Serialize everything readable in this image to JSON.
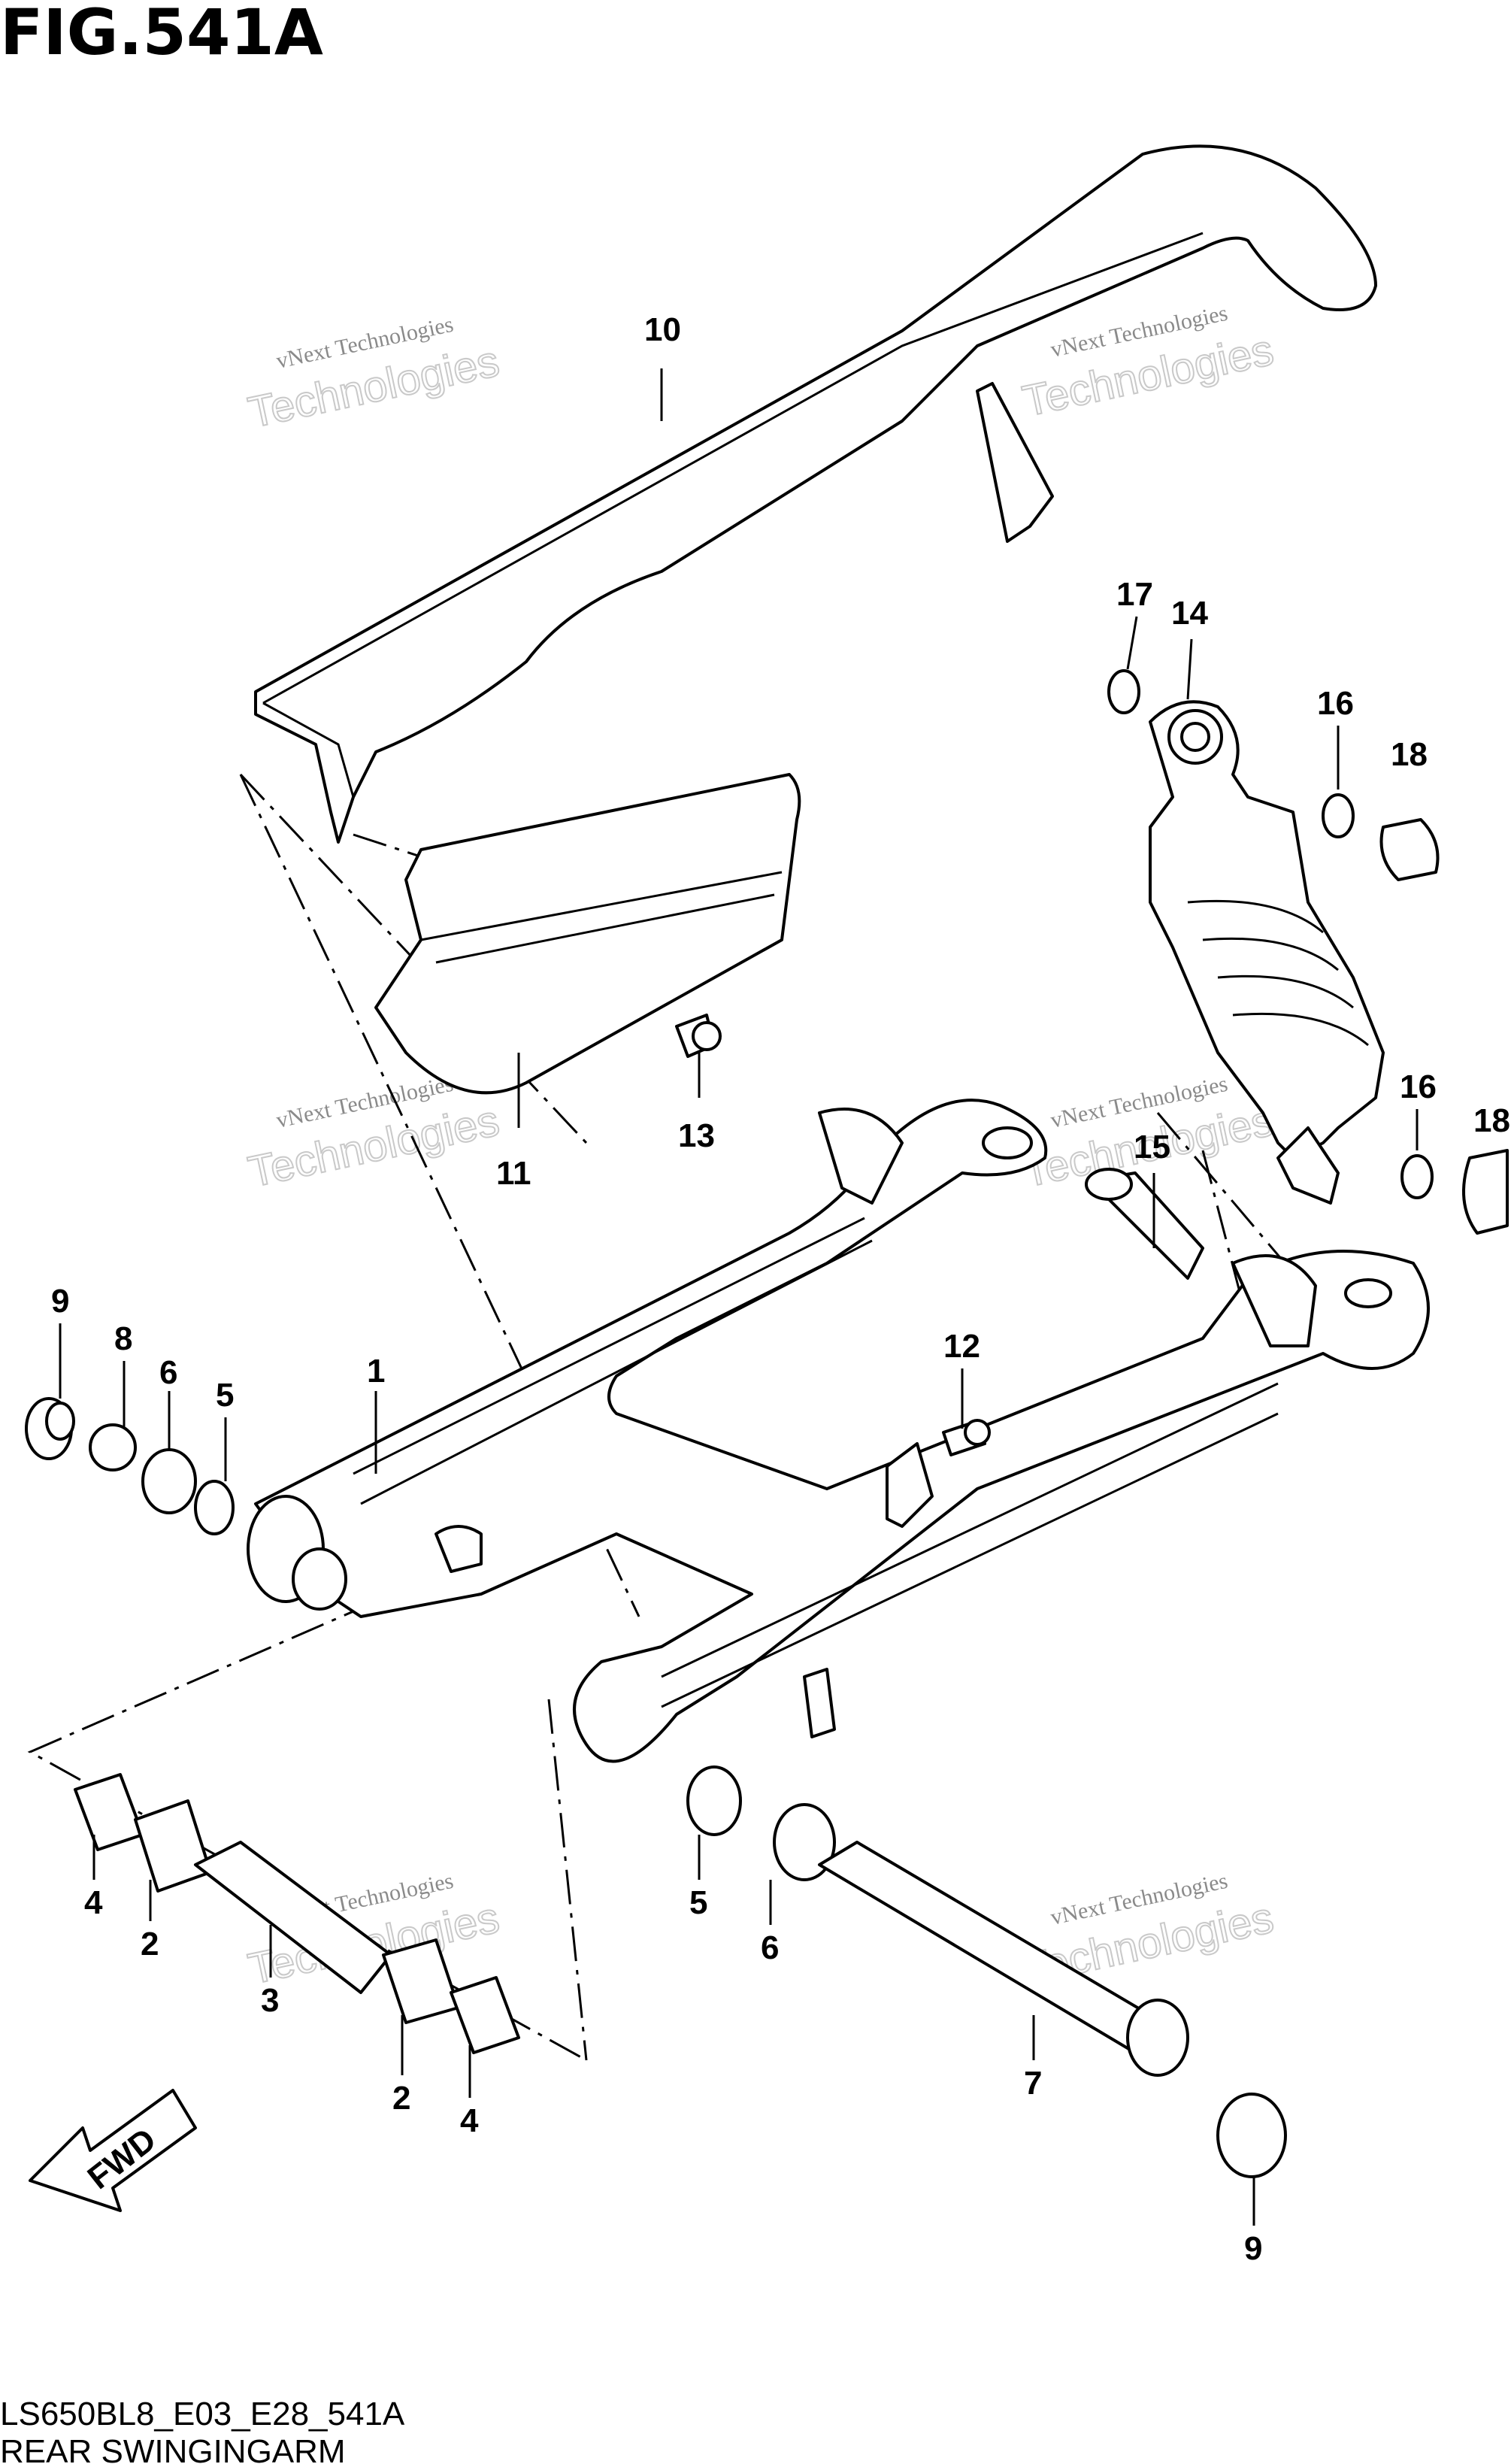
{
  "figure": {
    "title": "FIG.541A",
    "code": "LS650BL8_E03_E28_541A",
    "name": "REAR SWINGINGARM"
  },
  "direction_label": "FWD",
  "watermark": {
    "line1": "vNext Technologies",
    "line2": "Technologies"
  },
  "callouts": [
    {
      "id": "c1",
      "label": "1"
    },
    {
      "id": "c2a",
      "label": "2"
    },
    {
      "id": "c2b",
      "label": "2"
    },
    {
      "id": "c3",
      "label": "3"
    },
    {
      "id": "c4a",
      "label": "4"
    },
    {
      "id": "c4b",
      "label": "4"
    },
    {
      "id": "c5a",
      "label": "5"
    },
    {
      "id": "c5b",
      "label": "5"
    },
    {
      "id": "c6a",
      "label": "6"
    },
    {
      "id": "c6b",
      "label": "6"
    },
    {
      "id": "c7",
      "label": "7"
    },
    {
      "id": "c8",
      "label": "8"
    },
    {
      "id": "c9a",
      "label": "9"
    },
    {
      "id": "c9b",
      "label": "9"
    },
    {
      "id": "c10",
      "label": "10"
    },
    {
      "id": "c11",
      "label": "11"
    },
    {
      "id": "c12",
      "label": "12"
    },
    {
      "id": "c13",
      "label": "13"
    },
    {
      "id": "c14",
      "label": "14"
    },
    {
      "id": "c15",
      "label": "15"
    },
    {
      "id": "c16a",
      "label": "16"
    },
    {
      "id": "c16b",
      "label": "16"
    },
    {
      "id": "c17",
      "label": "17"
    },
    {
      "id": "c18a",
      "label": "18"
    },
    {
      "id": "c18b",
      "label": "18"
    }
  ]
}
